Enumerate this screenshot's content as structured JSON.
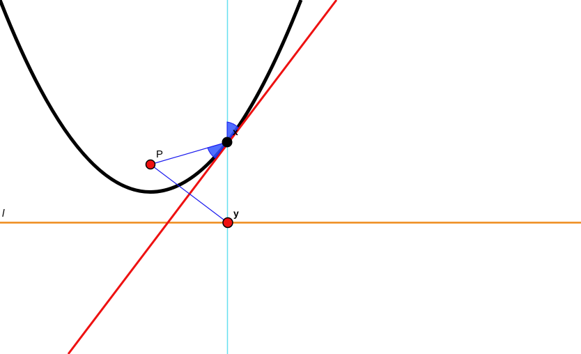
{
  "labels": {
    "point_p": "P",
    "point_x": "x",
    "point_y": "y",
    "line_l": "l"
  },
  "colors": {
    "parabola": "#000000",
    "tangent": "#ee1111",
    "directrix": "#ee8a1a",
    "axis": "#66e0f0",
    "segments": "#1a1aee",
    "angle_fill": "#3355ff",
    "point_fill": "#ee1111",
    "point_stroke": "#000000",
    "focus_point": "#000000"
  },
  "icons": {
    "point_marker": "filled-circle",
    "angle_marker": "filled-wedge"
  }
}
